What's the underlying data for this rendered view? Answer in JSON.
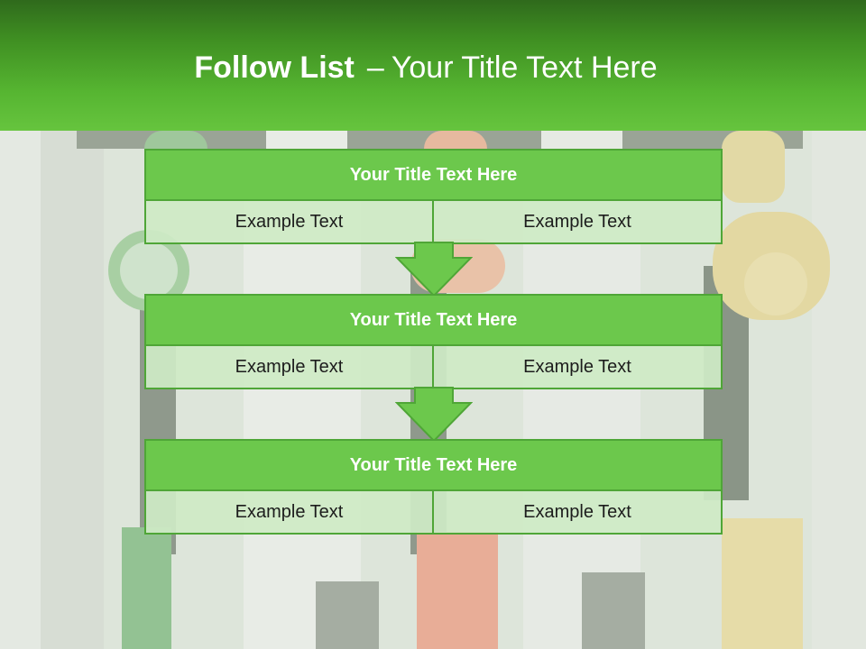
{
  "header": {
    "title_bold": "Follow List",
    "title_separator": "–",
    "title_rest": "Your Title Text Here"
  },
  "steps": [
    {
      "title": "Your Title Text Here",
      "left_text": "Example Text",
      "right_text": "Example Text"
    },
    {
      "title": "Your Title Text Here",
      "left_text": "Example Text",
      "right_text": "Example Text"
    },
    {
      "title": "Your Title Text Here",
      "left_text": "Example Text",
      "right_text": "Example Text"
    }
  ],
  "colors": {
    "header_dark": "#2f6a1c",
    "header_light": "#66c43e",
    "title_box": "#6cc84c",
    "border": "#4fa637",
    "cell_fill": "#ceeac6",
    "arrow": "#6cc84c"
  },
  "background_image": "fuel-pump-nozzles"
}
